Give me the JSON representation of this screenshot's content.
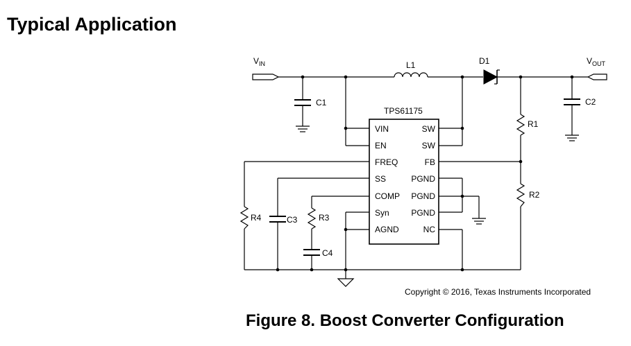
{
  "section_title": "Typical Application",
  "copyright": "Copyright © 2016, Texas Instruments Incorporated",
  "caption": "Figure 8.  Boost Converter Configuration",
  "ports": {
    "vin": {
      "main": "V",
      "sub": "IN"
    },
    "vout": {
      "main": "V",
      "sub": "OUT"
    }
  },
  "ic": {
    "part": "TPS61175",
    "left_pins": [
      "VIN",
      "EN",
      "FREQ",
      "SS",
      "COMP",
      "Syn",
      "AGND"
    ],
    "right_pins": [
      "SW",
      "SW",
      "FB",
      "PGND",
      "PGND",
      "PGND",
      "NC"
    ]
  },
  "components": {
    "l1": "L1",
    "d1": "D1",
    "c1": "C1",
    "c2": "C2",
    "r1": "R1",
    "r2": "R2",
    "r3": "R3",
    "r4": "R4",
    "c3": "C3",
    "c4": "C4"
  }
}
